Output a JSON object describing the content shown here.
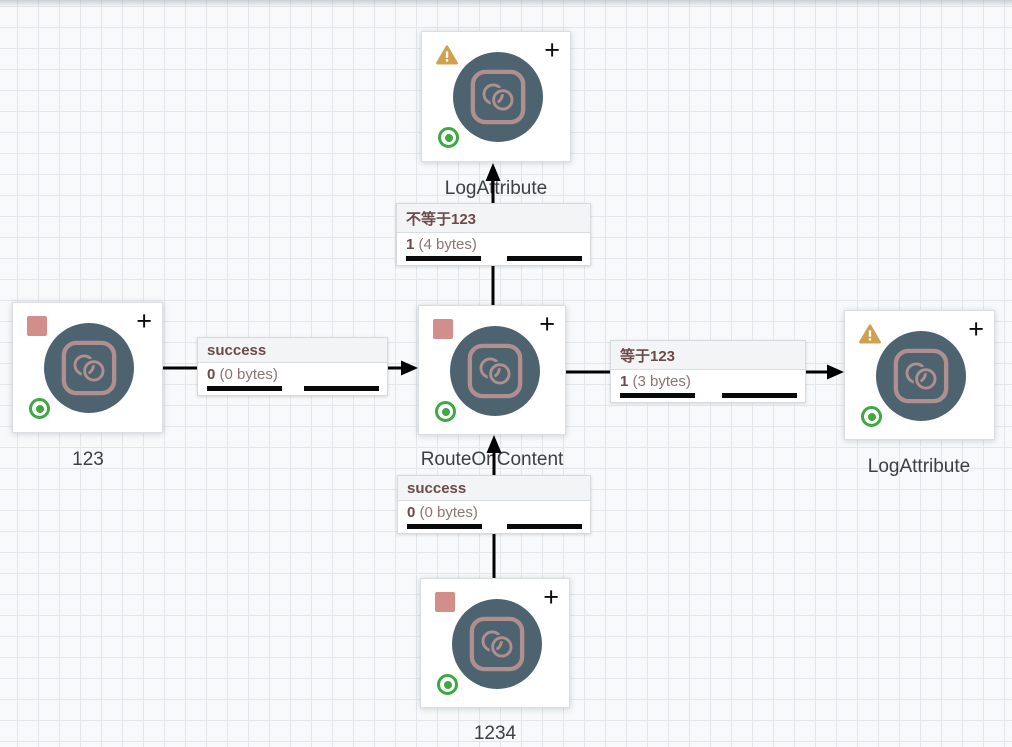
{
  "canvas": {
    "type": "flow-canvas"
  },
  "icons": {
    "add": "+",
    "stopped": "red-square",
    "invalid": "warning-triangle",
    "runnable": "green-radio"
  },
  "colors": {
    "node-circle": "#4d6470",
    "node-icon": "#b18f8f",
    "stopped-red": "#d28e8b",
    "warning-amber": "#cfa04d",
    "running-green": "#3fa845",
    "wire-black": "#000000",
    "conn-text": "#6b4a4a",
    "conn-size-text": "#8d7474",
    "label-text": "#3c4043"
  },
  "nodes": [
    {
      "label": "LogAttribute",
      "status": "invalid"
    },
    {
      "label": "123",
      "status": "stopped"
    },
    {
      "label": "RouteOnContent",
      "status": "stopped"
    },
    {
      "label": "LogAttribute",
      "status": "invalid"
    },
    {
      "label": "1234",
      "status": "stopped"
    }
  ],
  "connections": [
    {
      "name": "不等于123",
      "queued_count": "1",
      "queued_size": "(4 bytes)"
    },
    {
      "name": "success",
      "queued_count": "0",
      "queued_size": "(0 bytes)"
    },
    {
      "name": "等于123",
      "queued_count": "1",
      "queued_size": "(3 bytes)"
    },
    {
      "name": "success",
      "queued_count": "0",
      "queued_size": "(0 bytes)"
    }
  ]
}
